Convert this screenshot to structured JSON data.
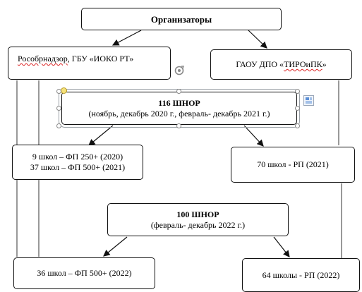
{
  "organizers": {
    "title": "Организаторы"
  },
  "rosobr": {
    "label_a": "Рособрнадзор",
    "label_b": ", ГБУ «ИОКО РТ»"
  },
  "tiro": {
    "label_a": "ГАОУ ДПО «",
    "label_b": "ТИРОиПК",
    "label_c": "»"
  },
  "wave1": {
    "title": "116 ШНОР",
    "subtitle": "(ноябрь, декабрь 2020 г., февраль- декабрь 2021 г.)"
  },
  "left1": {
    "line1": "9 школ – ФП 250+ (2020)",
    "line2": "37 школ – ФП 500+ (2021)"
  },
  "right1": {
    "label": "70 школ - РП (2021)"
  },
  "wave2": {
    "title": "100 ШНОР",
    "subtitle": "(февраль- декабрь 2022 г.)"
  },
  "left2": {
    "label": "36 школ – ФП 500+ (2022)"
  },
  "right2": {
    "label": "64 школы - РП (2022)"
  },
  "icons": {
    "rotate": "rotate-handle-icon",
    "layout": "layout-options-icon"
  },
  "colors": {
    "border": "#111111",
    "squiggle": "#d22222",
    "handle": "#888888"
  }
}
